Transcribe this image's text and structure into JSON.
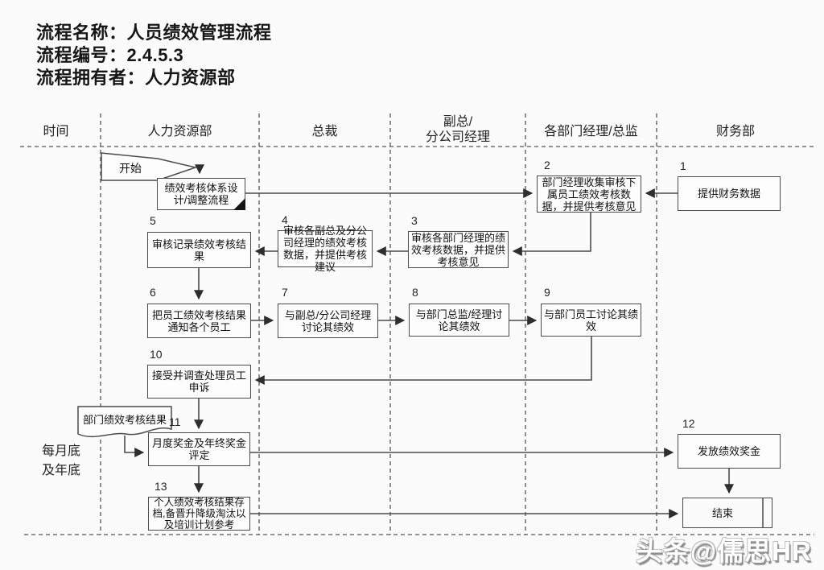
{
  "title": {
    "l1": "流程名称：人员绩效管理流程",
    "l2": "流程编号：2.4.5.3",
    "l3": "流程拥有者：人力资源部"
  },
  "lanes": [
    {
      "label": "时间"
    },
    {
      "label": "人力资源部"
    },
    {
      "label": "总裁"
    },
    {
      "label": "副总/\n分公司经理"
    },
    {
      "label": "各部门经理/总监"
    },
    {
      "label": "财务部"
    }
  ],
  "time_note": "每月底\n及年底",
  "start": {
    "label": "开始"
  },
  "end": {
    "label": "结束"
  },
  "nodes": {
    "design": {
      "text": "绩效考核体系设计/调整流程"
    },
    "n1": {
      "num": "1",
      "text": "提供财务数据"
    },
    "n2": {
      "num": "2",
      "text": "部门经理收集审核下属员工绩效考核数据，并提供考核意见"
    },
    "n3": {
      "num": "3",
      "text": "审核各部门经理的绩效考核数据，并提供考核意见"
    },
    "n4": {
      "num": "4",
      "text": "审核各副总及分公司经理的绩效考核数据，并提供考核建议"
    },
    "n5": {
      "num": "5",
      "text": "审核记录绩效考核结果"
    },
    "n6": {
      "num": "6",
      "text": "把员工绩效考核结果通知各个员工"
    },
    "n7": {
      "num": "7",
      "text": "与副总/分公司经理讨论其绩效"
    },
    "n8": {
      "num": "8",
      "text": "与部门总监/经理讨论其绩效"
    },
    "n9": {
      "num": "9",
      "text": "与部门员工讨论其绩效"
    },
    "n10": {
      "num": "10",
      "text": "接受并调查处理员工申诉"
    },
    "n11": {
      "num": "11",
      "text": "月度奖金及年终奖金评定"
    },
    "n12": {
      "num": "12",
      "text": "发放绩效奖金"
    },
    "n13": {
      "num": "13",
      "text": "个人绩效考核结果存档,备晋升降级淘汰以及培训计划参考"
    },
    "doc": {
      "text": "部门绩效考核结果"
    }
  },
  "watermark": "头条@儒思HR",
  "colors": {
    "line": "#4b4b4b",
    "dashed": "#555555",
    "background": "#fbfbfb",
    "text": "#1a1a1a"
  }
}
